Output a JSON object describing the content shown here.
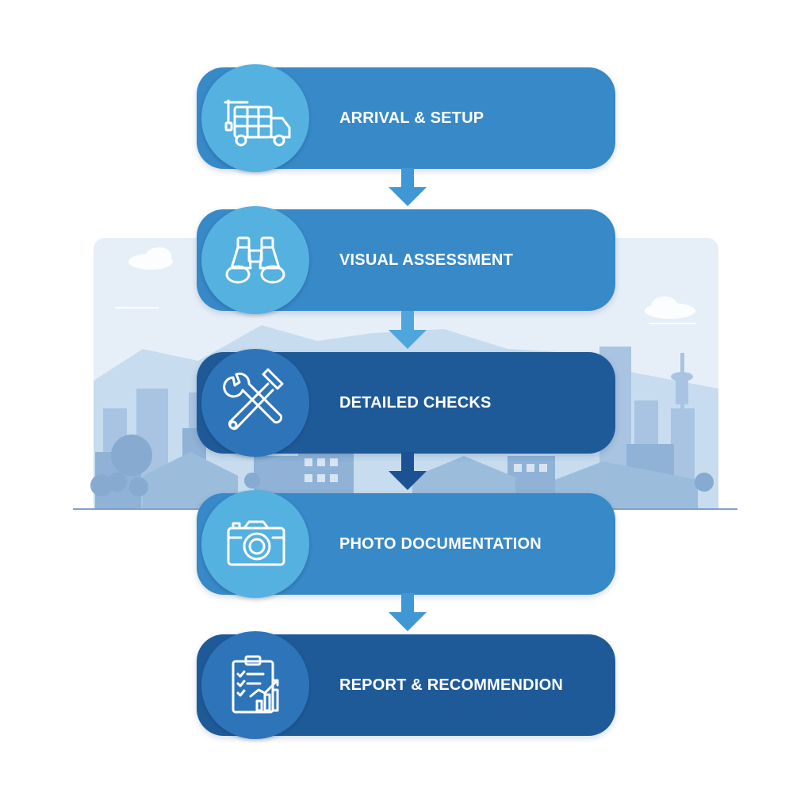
{
  "colors": {
    "step_light": "#3789c8",
    "step_dark": "#1f5a98",
    "circle_light": "#55b1df",
    "circle_dark": "#2e74b9",
    "arrow_light": "#3f97d3",
    "arrow_dark": "#1c5294",
    "skyline": "#8fb2d6"
  },
  "steps": [
    {
      "label": "ARRIVAL & SETUP",
      "icon": "truck-icon",
      "tone": "light"
    },
    {
      "label": "VISUAL ASSESSMENT",
      "icon": "binoculars-icon",
      "tone": "light"
    },
    {
      "label": "DETAILED CHECKS",
      "icon": "wrench-hammer-icon",
      "tone": "dark"
    },
    {
      "label": "PHOTO DOCUMENTATION",
      "icon": "camera-icon",
      "tone": "light"
    },
    {
      "label": "REPORT & RECOMMENDION",
      "icon": "clipboard-chart-icon",
      "tone": "dark"
    }
  ]
}
